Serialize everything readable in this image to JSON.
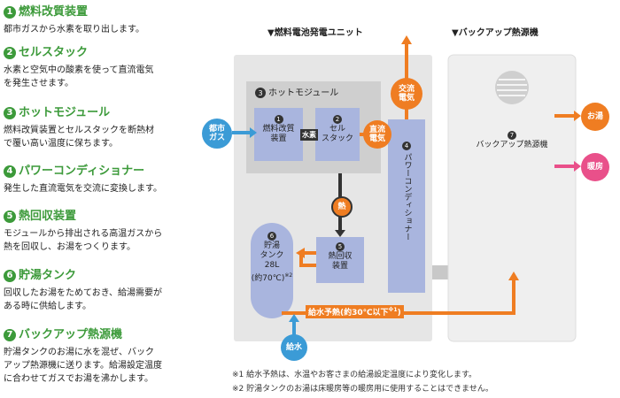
{
  "items": [
    {
      "num": "1",
      "title": "燃料改質装置",
      "desc": "都市ガスから水素を取り出します。"
    },
    {
      "num": "2",
      "title": "セルスタック",
      "desc": "水素と空気中の酸素を使って直流電気\nを発生させます。"
    },
    {
      "num": "3",
      "title": "ホットモジュール",
      "desc": "燃料改質装置とセルスタックを断熱材\nで覆い高い温度に保ちます。"
    },
    {
      "num": "4",
      "title": "パワーコンディショナー",
      "desc": "発生した直流電気を交流に変換します。"
    },
    {
      "num": "5",
      "title": "熱回収装置",
      "desc": "モジュールから排出される高温ガスから\n熱を回収し、お湯をつくります。"
    },
    {
      "num": "6",
      "title": "貯湯タンク",
      "desc": "回収したお湯をためておき、給湯需要が\nある時に供給します。"
    },
    {
      "num": "7",
      "title": "バックアップ熱源機",
      "desc": "貯湯タンクのお湯に水を混ぜ、バック\nアップ熱源機に送ります。給湯設定温度\nに合わせてガスでお湯を沸かします。"
    }
  ],
  "diagram": {
    "header_fc": "▼燃料電池発電ユニット",
    "header_backup": "▼バックアップ熱源機",
    "hot_module_label": "ホットモジュール",
    "hot_module_num": "3",
    "reformer_num": "1",
    "reformer_label": "燃料改質\n装置",
    "cell_num": "2",
    "cell_label": "セル\nスタック",
    "hydrogen_label": "水素",
    "power_num": "4",
    "power_label": "パワーコンディショナー",
    "heat_num": "5",
    "heat_label": "熱回収\n装置",
    "tank_num": "6",
    "tank_label": "貯湯\nタンク\n28L\n(約70℃)",
    "tank_sup": "※2",
    "backup_num": "7",
    "backup_label": "バックアップ熱源機",
    "heat_chip": "熱",
    "city_gas_chip": "都市\nガス",
    "dc_chip": "直流\n電気",
    "ac_chip": "交流\n電気",
    "water_chip": "給水",
    "hot_water_chip": "お湯",
    "heating_chip": "暖房",
    "preheat_label": "給水予熱(約30℃以下",
    "preheat_sup": "※1",
    "preheat_close": ")"
  },
  "notes": [
    "※1 給水予熱は、水温やお客さまの給湯設定温度により変化します。",
    "※2 貯湯タンクのお湯は床暖房等の暖房用に使用することはできません。"
  ],
  "colors": {
    "green": "#3c9a3a",
    "blue_chip": "#3b9bd6",
    "orange": "#ef7d22",
    "pink": "#e9508a",
    "unit_gray": "#e6e6e6",
    "module_gray": "#cfcfcf",
    "box_lavender": "#a9b5de"
  }
}
